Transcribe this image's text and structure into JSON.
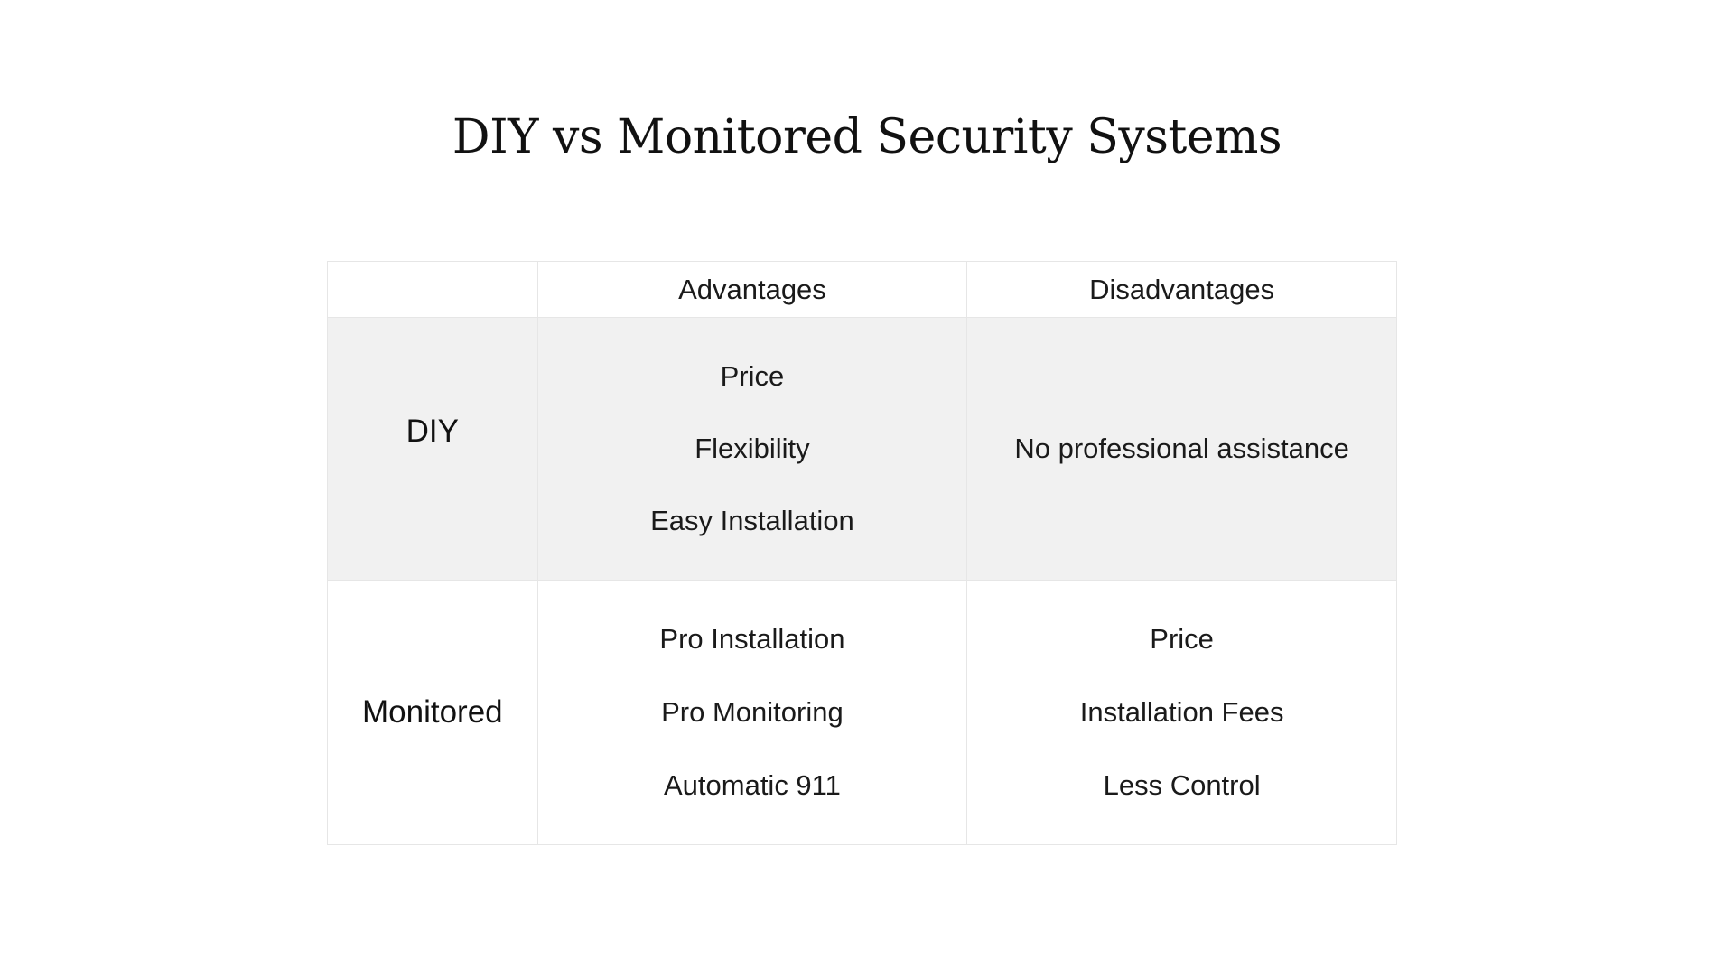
{
  "title": "DIY vs Monitored Security Systems",
  "table": {
    "headers": [
      "",
      "Advantages",
      "Disadvantages"
    ],
    "rows": [
      {
        "label": "DIY",
        "advantages": [
          "Price",
          "Flexibility",
          "Easy Installation"
        ],
        "disadvantages": [
          "No professional assistance"
        ]
      },
      {
        "label": "Monitored",
        "advantages": [
          "Pro Installation",
          "Pro Monitoring",
          "Automatic 911"
        ],
        "disadvantages": [
          "Price",
          "Installation Fees",
          "Less Control"
        ]
      }
    ]
  },
  "colors": {
    "row_shade": "#f1f1f1",
    "border": "#e6e6e6",
    "text": "#1a1a1a"
  }
}
